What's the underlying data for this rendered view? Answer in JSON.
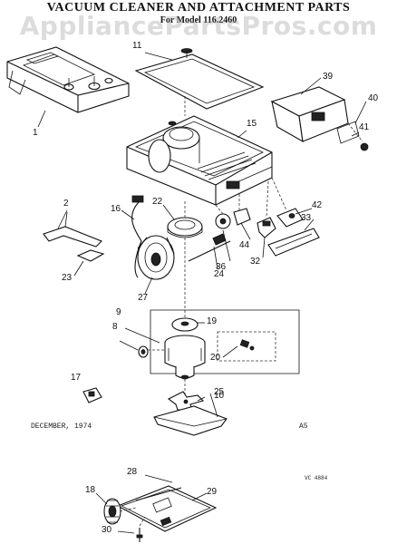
{
  "title": "VACUUM CLEANER AND ATTACHMENT PARTS",
  "subtitle": "For Model 116.2460",
  "watermark": "AppliancePartsPros.com",
  "date_note": "DECEMBER, 1974",
  "page_code": "A5",
  "small_code": "VC 4884",
  "callouts": {
    "c1": "1",
    "c2": "2",
    "c8": "8",
    "c9": "9",
    "c10": "10",
    "c11": "11",
    "c15": "15",
    "c16": "16",
    "c17": "17",
    "c18": "18",
    "c19": "19",
    "c20": "20",
    "c22": "22",
    "c23": "23",
    "c24": "24",
    "c25": "25",
    "c27": "27",
    "c28": "28",
    "c29": "29",
    "c30": "30",
    "c32": "32",
    "c33": "33",
    "c36": "36",
    "c39": "39",
    "c40": "40",
    "c41": "41",
    "c42": "42",
    "c44": "44"
  }
}
